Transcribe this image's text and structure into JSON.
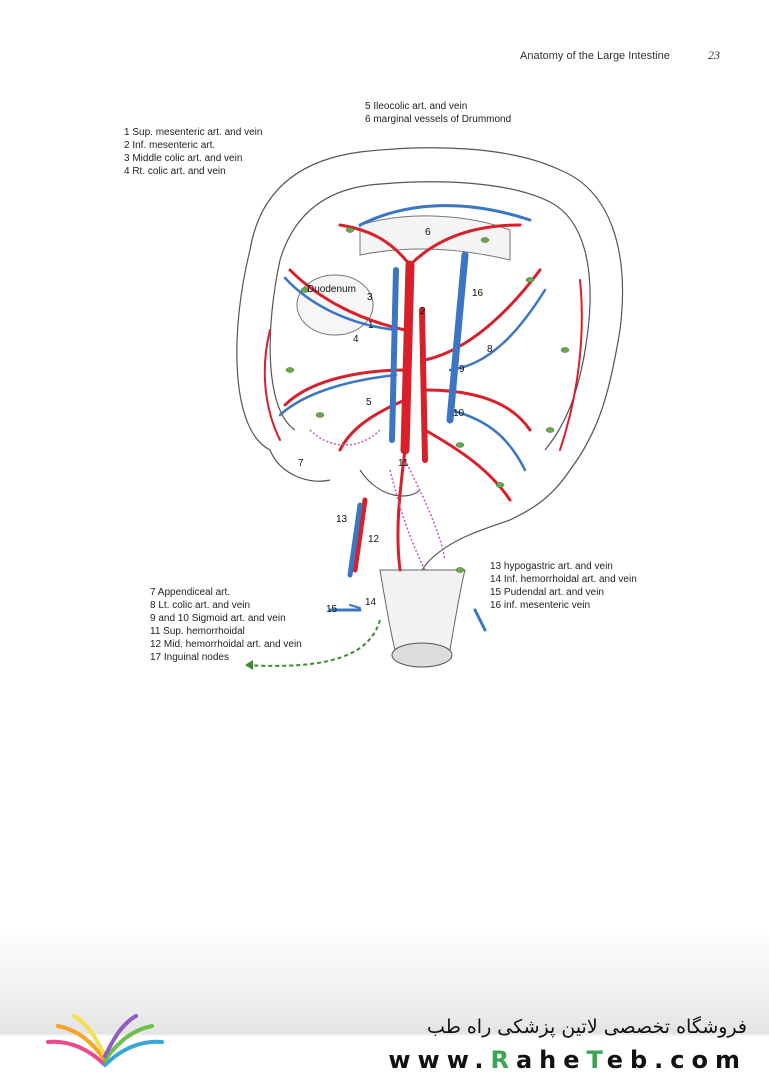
{
  "header": {
    "title": "Anatomy of the Large Intestine",
    "page_number": "23"
  },
  "legend_top_left": [
    "1 Sup. mesenteric art. and vein",
    "2 Inf. mesenteric art.",
    "3 Middle colic art. and vein",
    "4 Rt. colic art. and vein"
  ],
  "legend_top": [
    "5 Ileocolic art. and vein",
    "6 marginal vessels of Drummond"
  ],
  "legend_bottom_right": [
    "13 hypogastric art. and vein",
    "14 Inf. hemorrhoidal art. and vein",
    "15 Pudendal art. and vein",
    "16 inf. mesenteric vein"
  ],
  "legend_bottom_left": [
    "7 Appendiceal art.",
    "8 Lt. colic art. and vein",
    "9 and 10 Sigmoid art. and vein",
    "11 Sup. hemorrhoidal",
    "12 Mid. hemorrhoidal art. and vein",
    "17 Inguinal nodes"
  ],
  "figure_labels": {
    "duodenum": "Duodenum",
    "n1": "1",
    "n2": "2",
    "n3": "3",
    "n4": "4",
    "n5": "5",
    "n6": "6",
    "n7": "7",
    "n8": "8",
    "n9": "9",
    "n10": "10",
    "n11": "11",
    "n12": "12",
    "n13": "13",
    "n14": "14",
    "n15": "15",
    "n16": "16"
  },
  "colors": {
    "artery": "#d8202a",
    "vein": "#3a76c4",
    "node": "#6aa84f",
    "lymph": "#c05bb8"
  },
  "footer": {
    "store_name": "فروشگاه تخصصی لاتین پزشکی  راه طب",
    "url_prefix": "www.",
    "url_r": "R",
    "url_mid": "ahe",
    "url_t": "T",
    "url_suffix": "eb.com"
  },
  "icons": {
    "logo": "open-book-rainbow-logo"
  }
}
